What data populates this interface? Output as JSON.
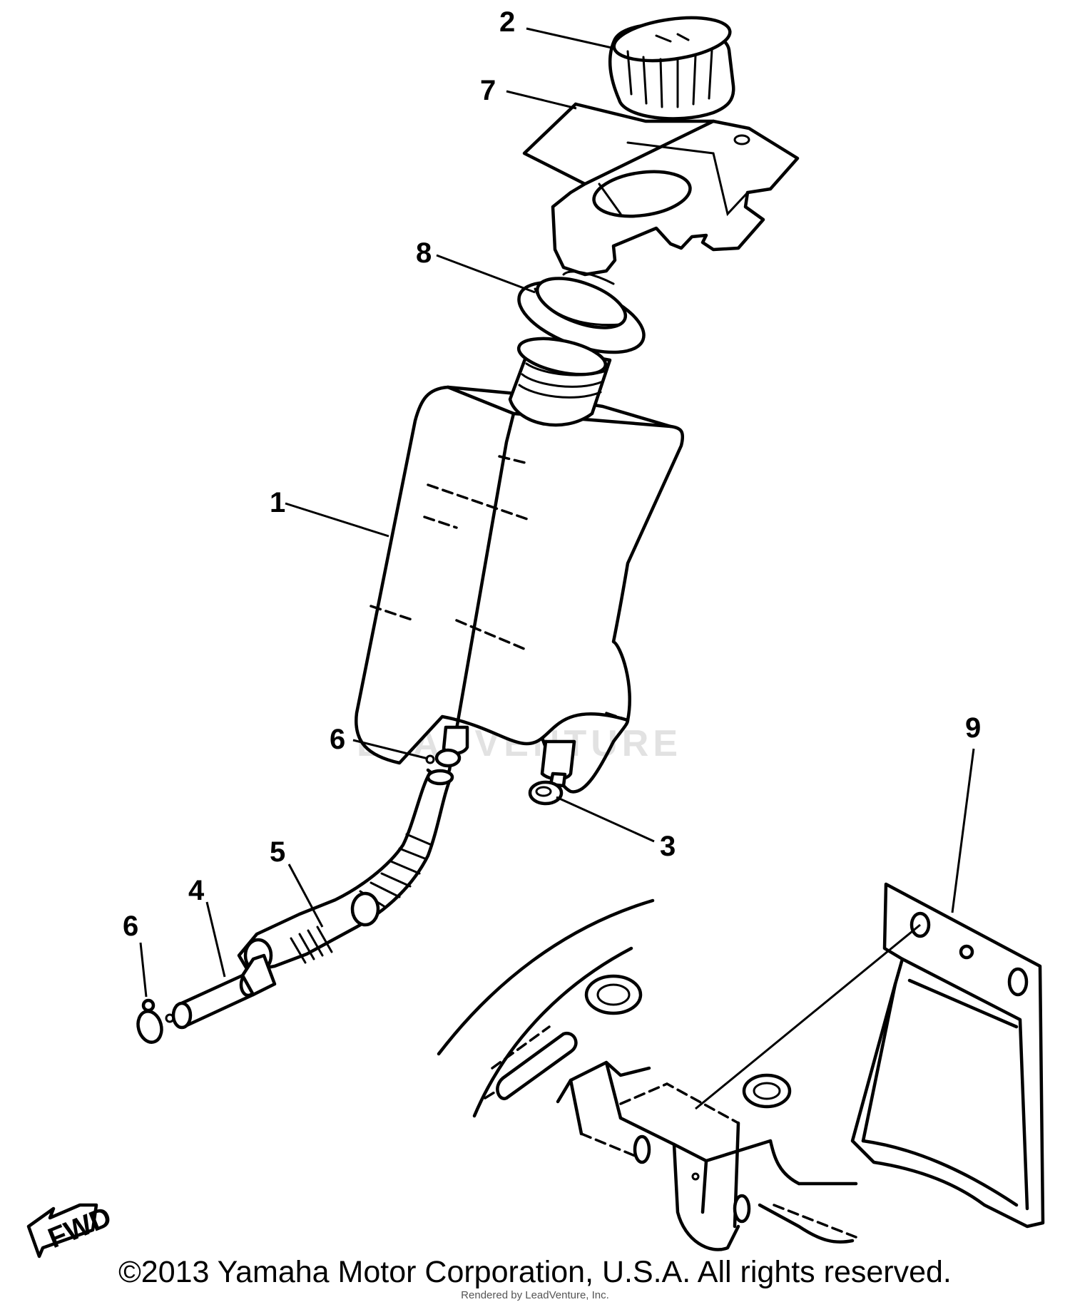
{
  "callouts": {
    "c1": "1",
    "c2": "2",
    "c3": "3",
    "c4": "4",
    "c5": "5",
    "c6a": "6",
    "c6b": "6",
    "c7": "7",
    "c8": "8",
    "c9": "9"
  },
  "find_arrow_label": "FWD",
  "watermark_text": "LEADVENTURE",
  "footer": {
    "copyright": "©2013 Yamaha Motor Corporation, U.S.A. All rights reserved.",
    "rendered_by": "Rendered by LeadVenture, Inc."
  }
}
